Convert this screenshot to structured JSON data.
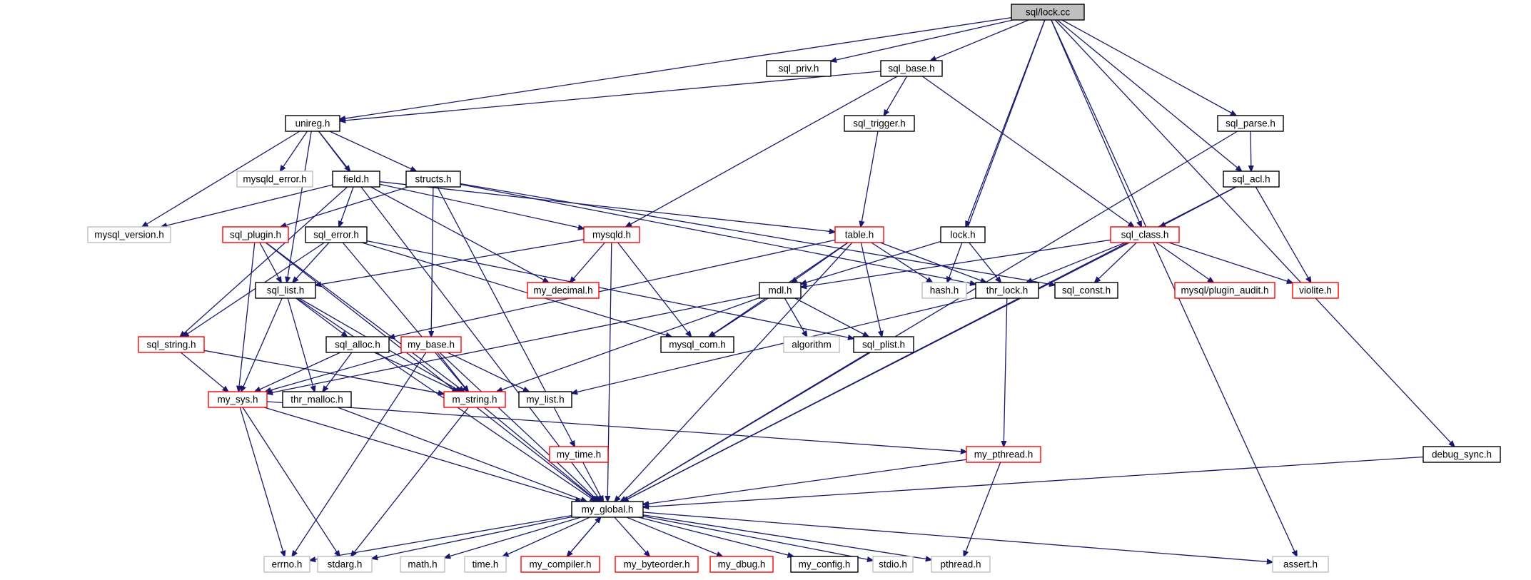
{
  "nodes": {
    "lock_cc": "sql/lock.cc",
    "sql_priv": "sql_priv.h",
    "sql_base": "sql_base.h",
    "unireg": "unireg.h",
    "sql_parse": "sql_parse.h",
    "sql_trigger": "sql_trigger.h",
    "mysqld_error": "mysqld_error.h",
    "field": "field.h",
    "structs": "structs.h",
    "sql_acl": "sql_acl.h",
    "mysql_version": "mysql_version.h",
    "sql_plugin": "sql_plugin.h",
    "sql_error": "sql_error.h",
    "mysqld": "mysqld.h",
    "table": "table.h",
    "lock_h": "lock.h",
    "sql_class": "sql_class.h",
    "sql_list": "sql_list.h",
    "my_decimal": "my_decimal.h",
    "mdl": "mdl.h",
    "hash": "hash.h",
    "thr_lock": "thr_lock.h",
    "sql_const": "sql_const.h",
    "plugin_audit": "mysql/plugin_audit.h",
    "violite": "violite.h",
    "sql_string": "sql_string.h",
    "sql_alloc": "sql_alloc.h",
    "my_base": "my_base.h",
    "mysql_com": "mysql_com.h",
    "algorithm": "algorithm",
    "sql_plist": "sql_plist.h",
    "my_sys": "my_sys.h",
    "thr_malloc": "thr_malloc.h",
    "m_string": "m_string.h",
    "my_list": "my_list.h",
    "my_time": "my_time.h",
    "my_pthread": "my_pthread.h",
    "debug_sync": "debug_sync.h",
    "my_global": "my_global.h",
    "errno": "errno.h",
    "stdarg": "stdarg.h",
    "math": "math.h",
    "time": "time.h",
    "my_compiler": "my_compiler.h",
    "my_byteorder": "my_byteorder.h",
    "my_dbug": "my_dbug.h",
    "my_config": "my_config.h",
    "stdio": "stdio.h",
    "pthread": "pthread.h",
    "assert": "assert.h"
  },
  "colors": {
    "edge": "#191970",
    "documented_border": "#000000",
    "undocumented_border": "#ff0000",
    "system_border": "#bfbfbf",
    "root_fill": "#bfbfbf"
  }
}
